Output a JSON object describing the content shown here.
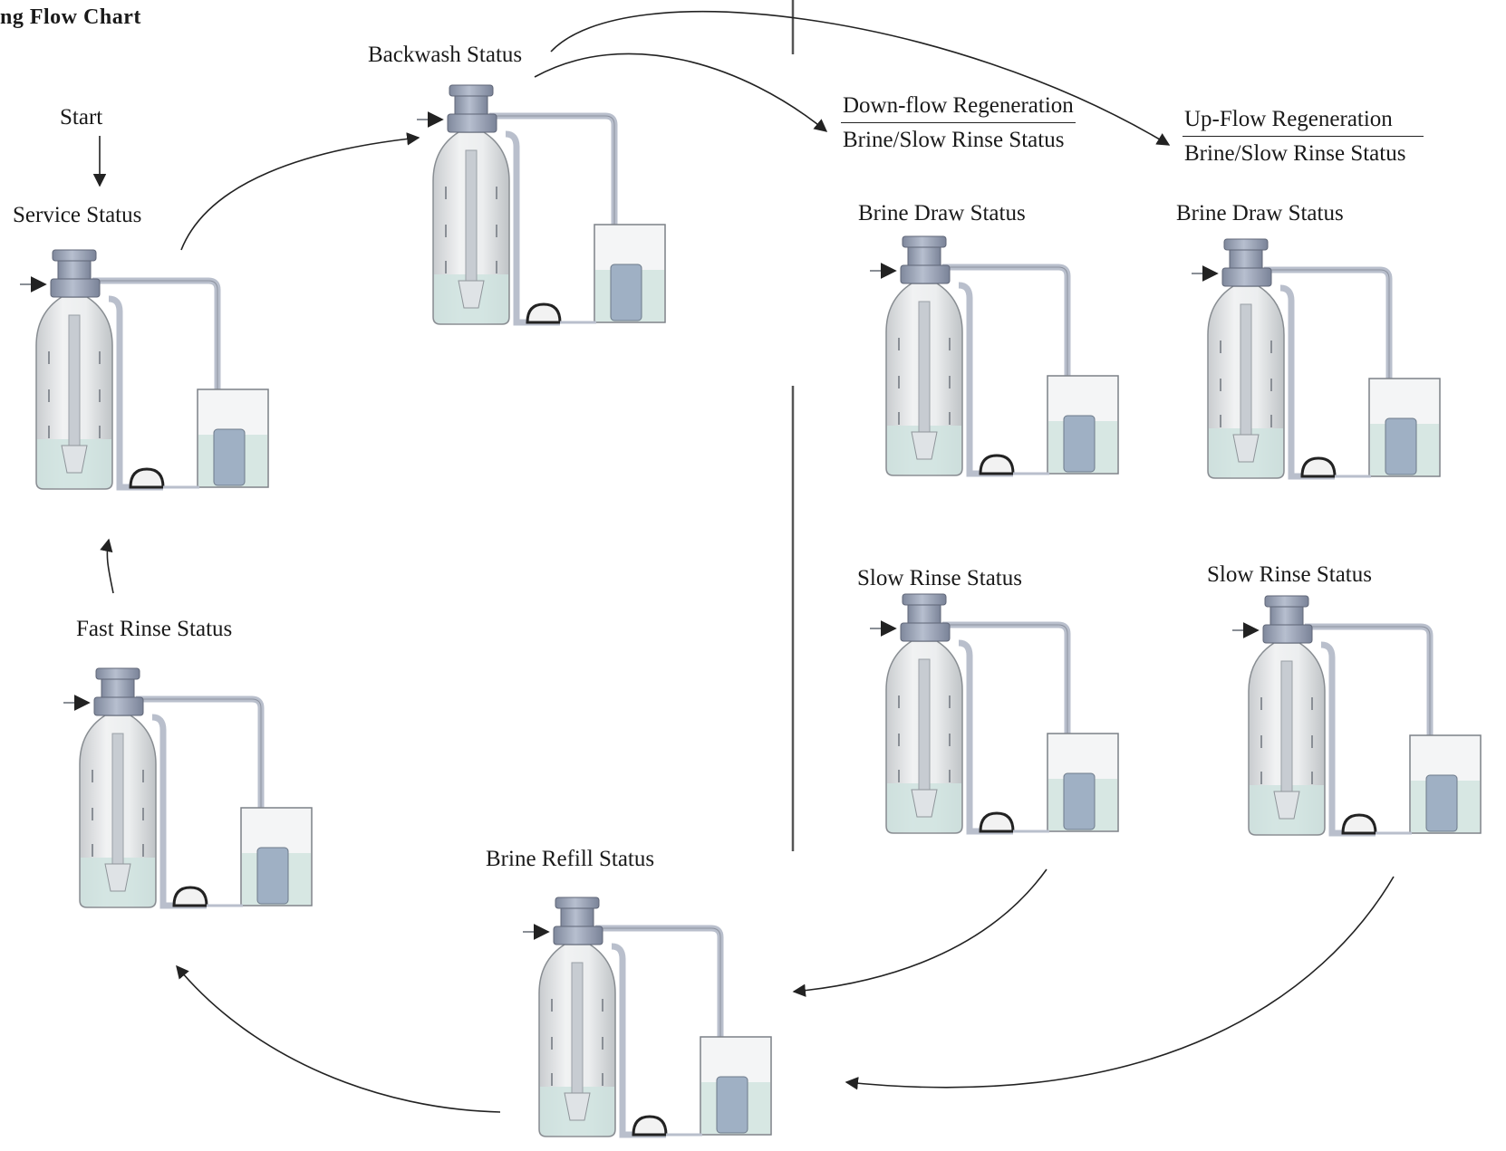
{
  "title": "ng Flow Chart",
  "labels": {
    "start": "Start",
    "service": "Service Status",
    "backwash": "Backwash Status",
    "downflow_title": "Down-flow Regeneration",
    "downflow_sub": "Brine/Slow Rinse Status",
    "upflow_title": "Up-Flow Regeneration",
    "upflow_sub": "Brine/Slow Rinse Status",
    "brine_draw_down": "Brine Draw Status",
    "brine_draw_up": "Brine Draw Status",
    "slow_rinse_down": "Slow Rinse Status",
    "slow_rinse_up": "Slow Rinse Status",
    "fast_rinse": "Fast Rinse Status",
    "brine_refill": "Brine Refill Status"
  },
  "colors": {
    "valve": "#9aa3b5",
    "tank": "#e4e6e8",
    "water": "#cfe3df",
    "arrow": "#222222",
    "pipe": "#b9bfcc"
  }
}
